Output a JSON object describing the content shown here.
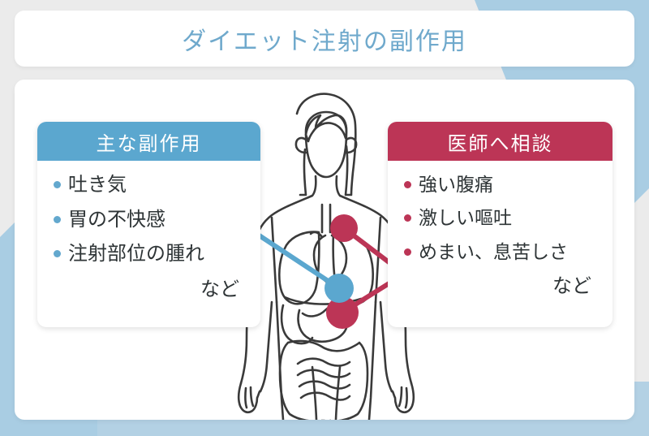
{
  "title": {
    "text": "ダイエット注射の副作用",
    "color": "#6fa9cc"
  },
  "background": {
    "page_color": "#ebebeb",
    "accent_shape_color": "#a9cde3",
    "card_color": "#ffffff"
  },
  "panels": {
    "left": {
      "header": "主な副作用",
      "header_color": "#5ba7cf",
      "bullet_color": "#63a8ce",
      "items": [
        "吐き気",
        "胃の不快感",
        "注射部位の腫れ"
      ],
      "etc": "など"
    },
    "right": {
      "header": "医師へ相談",
      "header_color": "#bc3556",
      "bullet_color": "#bc3556",
      "items": [
        "強い腹痛",
        "激しい嘔吐",
        "めまい、息苦しさ"
      ],
      "etc": "など"
    }
  },
  "illustration": {
    "description": "female-body-anatomy-diagram",
    "line_color": "#3a3a3a",
    "markers": [
      {
        "name": "head-marker",
        "color": "#bc3556",
        "links_to": "right-panel"
      },
      {
        "name": "heart-marker",
        "color": "#bc3556",
        "links_to": "right-panel"
      },
      {
        "name": "stomach-marker",
        "color": "#5ba7cf",
        "links_to": "left-panel"
      }
    ]
  }
}
